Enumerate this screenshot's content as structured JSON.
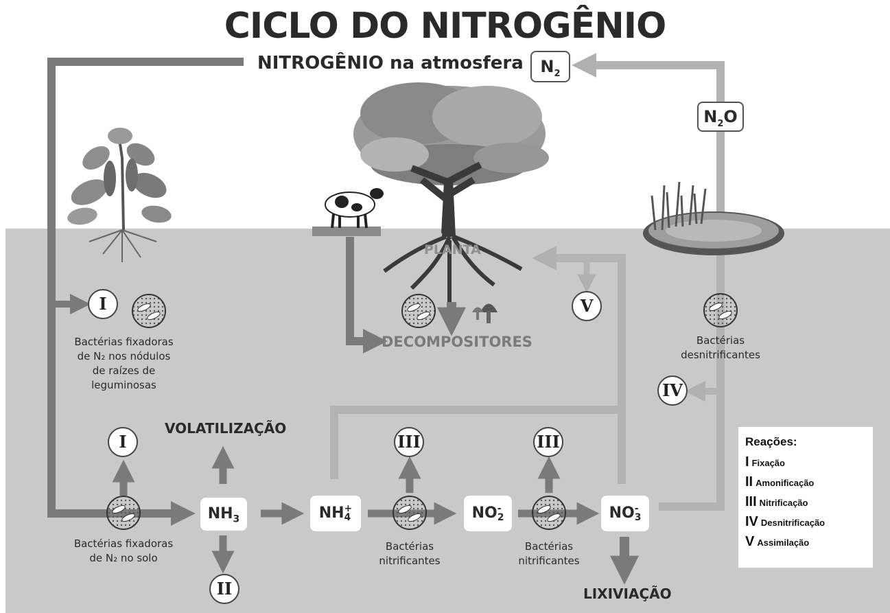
{
  "title": "CICLO DO NITROGÊNIO",
  "atmosphere": {
    "label": "NITROGÊNIO na atmosfera",
    "n2": "N",
    "n2_sub": "2"
  },
  "n2o": {
    "n": "N",
    "sub": "2",
    "o": "O"
  },
  "plant_label": "PLANTA",
  "decomposers_label": "DECOMPOSITORES",
  "volatilization_label": "VOLATILIZAÇÃO",
  "leaching_label": "LIXIVIAÇÃO",
  "nodes": {
    "nh3": {
      "base": "NH",
      "sub": "3"
    },
    "nh4": {
      "base": "NH",
      "sup": "+",
      "sub": "4"
    },
    "no2": {
      "base": "NO",
      "sup": "-",
      "sub": "2"
    },
    "no3": {
      "base": "NO",
      "sup": "-",
      "sub": "3"
    }
  },
  "roman_markers": {
    "fix_nodules": "I",
    "fix_soil": "I",
    "ammonification": "II",
    "nitrification_1": "III",
    "nitrification_2": "III",
    "denitrification": "IV",
    "assimilation": "V"
  },
  "bacteria_labels": {
    "nodules": [
      "Bactérias fixadoras",
      "de N₂ nos nódulos",
      "de raízes de",
      "leguminosas"
    ],
    "soil": [
      "Bactérias fixadoras",
      "de N₂ no solo"
    ],
    "nitrifying_1": [
      "Bactérias",
      "nitrificantes"
    ],
    "nitrifying_2": [
      "Bactérias",
      "nitrificantes"
    ],
    "denitrifying": [
      "Bactérias",
      "desnitrificantes"
    ]
  },
  "legend": {
    "heading": "Reações:",
    "items": [
      {
        "num": "I",
        "label": "Fixação"
      },
      {
        "num": "II",
        "label": "Amonificação"
      },
      {
        "num": "III",
        "label": "Nitrificação"
      },
      {
        "num": "IV",
        "label": "Desnitrificação"
      },
      {
        "num": "V",
        "label": "Assimilação"
      }
    ]
  },
  "colors": {
    "soil": "#c9c9c9",
    "arrow_dark": "#7a7a7a",
    "arrow_light": "#b3b3b3",
    "text": "#2a2a2a"
  }
}
